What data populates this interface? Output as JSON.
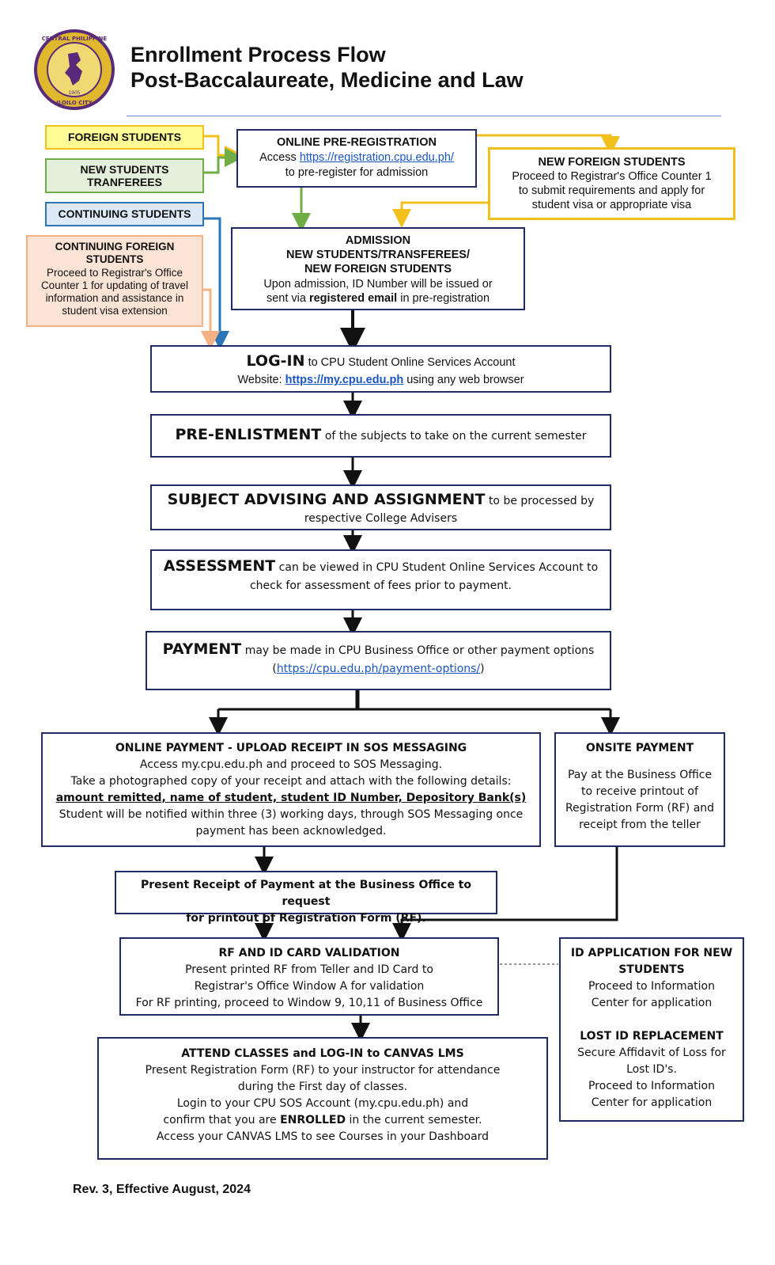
{
  "header": {
    "title_line1": "Enrollment Process Flow",
    "title_line2": "Post-Baccalaureate, Medicine and Law",
    "seal_text_top": "CENTRAL PHILIPPINE UNIVERSITY",
    "seal_text_bottom": "ILOILO CITY",
    "seal_year": "1905"
  },
  "categories": {
    "foreign": "FOREIGN STUDENTS",
    "new_transferees": [
      "NEW STUDENTS",
      "TRANFEREES"
    ],
    "continuing": "CONTINUING STUDENTS",
    "continuing_foreign": {
      "title": [
        "CONTINUING FOREIGN",
        "STUDENTS"
      ],
      "lines": [
        "Proceed to Registrar's Office",
        "Counter 1 for updating of travel",
        "information and assistance in",
        "student visa extension"
      ]
    }
  },
  "prereg": {
    "title": "ONLINE PRE-REGISTRATION",
    "access": "Access",
    "url": "https://registration.cpu.edu.ph/",
    "line3": "to pre-register for admission"
  },
  "new_foreign": {
    "title": "NEW FOREIGN STUDENTS",
    "lines": [
      "Proceed to Registrar's Office Counter 1",
      "to submit requirements and apply for",
      "student visa or appropriate visa"
    ]
  },
  "admission": {
    "title_lines": [
      "ADMISSION",
      "NEW STUDENTS/TRANSFEREES/",
      "NEW FOREIGN STUDENTS"
    ],
    "line4": "Upon admission, ID Number will be issued or",
    "line5_pre": "sent via",
    "line5_bold": "registered email",
    "line5_post": "in pre-registration"
  },
  "login": {
    "bold": "LOG-IN",
    "rest": "to CPU Student Online Services Account",
    "website_label": "Website:",
    "url": "https://my.cpu.edu.ph",
    "tail": "using any web browser"
  },
  "preenlist": {
    "bold": "PRE-ENLISTMENT",
    "rest": "of the subjects to take on the current semester"
  },
  "advising": {
    "bold": "SUBJECT ADVISING AND ASSIGNMENT",
    "rest": "to be processed by",
    "line2": "respective College Advisers"
  },
  "assessment": {
    "bold": "ASSESSMENT",
    "rest": "can be viewed in CPU Student Online Services Account to",
    "line2": "check for assessment of fees prior to payment."
  },
  "payment": {
    "bold": "PAYMENT",
    "rest": "may be made in CPU Business Office or other payment options",
    "open": "(",
    "url": "https://cpu.edu.ph/payment-options/",
    "close": ")"
  },
  "online_payment": {
    "title": "ONLINE PAYMENT - UPLOAD RECEIPT IN SOS MESSAGING",
    "line1": "Access my.cpu.edu.ph and proceed to SOS Messaging.",
    "line2": "Take a photographed copy of your receipt and attach with the following details:",
    "line3": "amount remitted, name of student, student ID Number, Depository Bank(s)",
    "line4": "Student will be notified within three (3) working days, through SOS Messaging once",
    "line5": "payment has been acknowledged."
  },
  "onsite_payment": {
    "title": "ONSITE PAYMENT",
    "lines": [
      "Pay at the Business Office",
      "to receive printout of",
      "Registration Form (RF) and",
      "receipt from the teller"
    ]
  },
  "present_receipt": {
    "lines": [
      "Present Receipt of Payment at the Business Office to request",
      "for printout of Registration Form (RF)."
    ]
  },
  "rf_validation": {
    "title": "RF AND ID CARD VALIDATION",
    "lines": [
      "Present printed RF from Teller and ID Card to",
      "Registrar's Office Window A for validation",
      "For RF printing, proceed to Window  9, 10,11 of Business Office"
    ]
  },
  "id_application": {
    "title": [
      "ID APPLICATION FOR NEW",
      "STUDENTS"
    ],
    "lines": [
      "Proceed to Information",
      "Center for application"
    ],
    "lost_title": "LOST ID REPLACEMENT",
    "lost_lines": [
      "Secure Affidavit of Loss for",
      "Lost ID's.",
      "Proceed to Information",
      "Center for application"
    ]
  },
  "attend": {
    "title": "ATTEND CLASSES and LOG-IN to CANVAS LMS",
    "line1": "Present Registration Form (RF) to your instructor for attendance",
    "line2": "during the First day of classes.",
    "line3": "Login to your CPU SOS Account (my.cpu.edu.ph) and",
    "line4_pre": "confirm that you are",
    "line4_bold": "ENROLLED",
    "line4_post": "in the current semester.",
    "line5": "Access your CANVAS LMS to see Courses in your Dashboard"
  },
  "footer": {
    "revision": "Rev. 3, Effective August, 2024"
  },
  "colors": {
    "navy": "#1f2a66",
    "yellow_fill": "#fffb95",
    "yellow_border": "#f2c01c",
    "green_fill": "#e4efdb",
    "green_border": "#70ad47",
    "blue_fill": "#dde9f6",
    "blue_border": "#2e75b6",
    "peach_fill": "#fbe4d5",
    "peach_border": "#f4b183",
    "seal_gold": "#e0b82e",
    "seal_purple": "#5a2a7a"
  }
}
